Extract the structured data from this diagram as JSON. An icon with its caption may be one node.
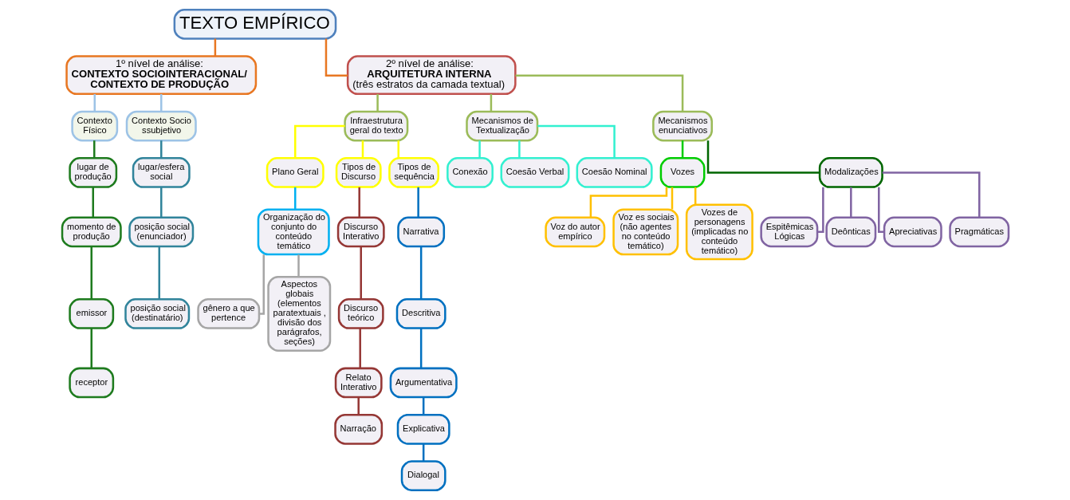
{
  "diagram": {
    "nodes": [
      {
        "text": [
          "TEXTO EMPÍRICO"
        ]
      },
      {
        "text": [
          "1º nível de análise:",
          "CONTEXTO SOCIOINTERACIONAL/",
          "CONTEXTO DE PRODUÇÃO"
        ]
      },
      {
        "text": [
          "2º nível de análise:",
          "ARQUITETURA INTERNA",
          "(três estratos da camada textual)"
        ]
      },
      {
        "text": [
          "Contexto Físico"
        ]
      },
      {
        "text": [
          "Contexto Sociossubjetivo"
        ]
      },
      {
        "text": [
          "lugar de produção"
        ]
      },
      {
        "text": [
          "momento de produção"
        ]
      },
      {
        "text": [
          "emissor"
        ]
      },
      {
        "text": [
          "receptor"
        ]
      },
      {
        "text": [
          "lugar/esfera social"
        ]
      },
      {
        "text": [
          "posição social (enunciador)"
        ]
      },
      {
        "text": [
          "posição social (destinatário)"
        ]
      },
      {
        "text": [
          "Infraestrutura geral do texto"
        ]
      },
      {
        "text": [
          "Mecanismos de Textualização"
        ]
      },
      {
        "text": [
          "Mecanismos enunciativos"
        ]
      },
      {
        "text": [
          "Plano Geral"
        ]
      },
      {
        "text": [
          "Tipos de Discurso"
        ]
      },
      {
        "text": [
          "Tipos de sequência"
        ]
      },
      {
        "text": [
          "Organização do conjunto do conteúdo temático"
        ]
      },
      {
        "text": [
          "gênero a que pertence"
        ]
      },
      {
        "text": [
          "Aspectos globais (elementos paratextuais , divisão dos parágrafos, seções)"
        ]
      },
      {
        "text": [
          "Discurso Interativo"
        ]
      },
      {
        "text": [
          "Discurso teórico"
        ]
      },
      {
        "text": [
          "Relato Interativo"
        ]
      },
      {
        "text": [
          "Narração"
        ]
      },
      {
        "text": [
          "Narrativa"
        ]
      },
      {
        "text": [
          "Descritiva"
        ]
      },
      {
        "text": [
          "Argumentativa"
        ]
      },
      {
        "text": [
          "Explicativa"
        ]
      },
      {
        "text": [
          "Dialogal"
        ]
      },
      {
        "text": [
          "Conexão"
        ]
      },
      {
        "text": [
          "Coesão Verbal"
        ]
      },
      {
        "text": [
          "Coesão Nominal"
        ]
      },
      {
        "text": [
          "Vozes"
        ]
      },
      {
        "text": [
          "Modalizações"
        ]
      },
      {
        "text": [
          "Voz do autor empírico"
        ]
      },
      {
        "text": [
          "Voz es sociais",
          "(não agentes no conteúdo temático)"
        ]
      },
      {
        "text": [
          "Vozes de personagens (implicadas no conteúdo temático)"
        ]
      },
      {
        "text": [
          "Espitêmicas Lógicas"
        ]
      },
      {
        "text": [
          "Deônticas"
        ]
      },
      {
        "text": [
          "Apreciativas"
        ]
      },
      {
        "text": [
          "Pragmáticas"
        ]
      }
    ],
    "edges": [
      {
        "from": 0,
        "to": 1,
        "arrow": "none",
        "color": "#e87722"
      },
      {
        "from": 0,
        "to": 2,
        "arrow": "none",
        "color": "#e87722"
      },
      {
        "from": 1,
        "to": 3,
        "arrow": "none",
        "color": "#9dc3e6"
      },
      {
        "from": 1,
        "to": 4,
        "arrow": "none",
        "color": "#9dc3e6"
      },
      {
        "from": 3,
        "to": 5,
        "arrow": "none",
        "color": "#1e7b1e"
      },
      {
        "from": 5,
        "to": 6,
        "arrow": "none",
        "color": "#1e7b1e"
      },
      {
        "from": 6,
        "to": 7,
        "arrow": "none",
        "color": "#1e7b1e"
      },
      {
        "from": 7,
        "to": 8,
        "arrow": "none",
        "color": "#1e7b1e"
      },
      {
        "from": 4,
        "to": 9,
        "arrow": "none",
        "color": "#31849b"
      },
      {
        "from": 9,
        "to": 10,
        "arrow": "none",
        "color": "#31849b"
      },
      {
        "from": 10,
        "to": 11,
        "arrow": "none",
        "color": "#31849b"
      },
      {
        "from": 2,
        "to": 12,
        "arrow": "none",
        "color": "#9bbb59"
      },
      {
        "from": 2,
        "to": 13,
        "arrow": "none",
        "color": "#9bbb59"
      },
      {
        "from": 2,
        "to": 14,
        "arrow": "none",
        "color": "#9bbb59"
      },
      {
        "from": 12,
        "to": 15,
        "arrow": "none",
        "color": "#ffff00"
      },
      {
        "from": 12,
        "to": 16,
        "arrow": "none",
        "color": "#ffff00"
      },
      {
        "from": 12,
        "to": 17,
        "arrow": "none",
        "color": "#ffff00"
      },
      {
        "from": 15,
        "to": 18,
        "arrow": "none",
        "color": "#00b0f0"
      },
      {
        "from": 18,
        "to": 19,
        "arrow": "none",
        "color": "#a6a6a6"
      },
      {
        "from": 18,
        "to": 20,
        "arrow": "none",
        "color": "#a6a6a6"
      },
      {
        "from": 16,
        "to": 21,
        "arrow": "none",
        "color": "#953735"
      },
      {
        "from": 21,
        "to": 22,
        "arrow": "none",
        "color": "#953735"
      },
      {
        "from": 22,
        "to": 23,
        "arrow": "none",
        "color": "#953735"
      },
      {
        "from": 23,
        "to": 24,
        "arrow": "none",
        "color": "#953735"
      },
      {
        "from": 17,
        "to": 25,
        "arrow": "none",
        "color": "#0070c0"
      },
      {
        "from": 25,
        "to": 26,
        "arrow": "none",
        "color": "#0070c0"
      },
      {
        "from": 26,
        "to": 27,
        "arrow": "none",
        "color": "#0070c0"
      },
      {
        "from": 27,
        "to": 28,
        "arrow": "none",
        "color": "#0070c0"
      },
      {
        "from": 28,
        "to": 29,
        "arrow": "none",
        "color": "#0070c0"
      },
      {
        "from": 13,
        "to": 30,
        "arrow": "none",
        "color": "#33f0d0"
      },
      {
        "from": 13,
        "to": 31,
        "arrow": "none",
        "color": "#33f0d0"
      },
      {
        "from": 13,
        "to": 32,
        "arrow": "none",
        "color": "#33f0d0"
      },
      {
        "from": 14,
        "to": 33,
        "arrow": "none",
        "color": "#00cc00"
      },
      {
        "from": 14,
        "to": 34,
        "arrow": "none",
        "color": "#006600"
      },
      {
        "from": 33,
        "to": 35,
        "arrow": "none",
        "color": "#ffc000"
      },
      {
        "from": 33,
        "to": 36,
        "arrow": "none",
        "color": "#ffc000"
      },
      {
        "from": 33,
        "to": 37,
        "arrow": "none",
        "color": "#ffc000"
      },
      {
        "from": 34,
        "to": 38,
        "arrow": "none",
        "color": "#8064a2"
      },
      {
        "from": 34,
        "to": 39,
        "arrow": "none",
        "color": "#8064a2"
      },
      {
        "from": 34,
        "to": 40,
        "arrow": "none",
        "color": "#8064a2"
      },
      {
        "from": 34,
        "to": 41,
        "arrow": "none",
        "color": "#8064a2"
      }
    ]
  }
}
